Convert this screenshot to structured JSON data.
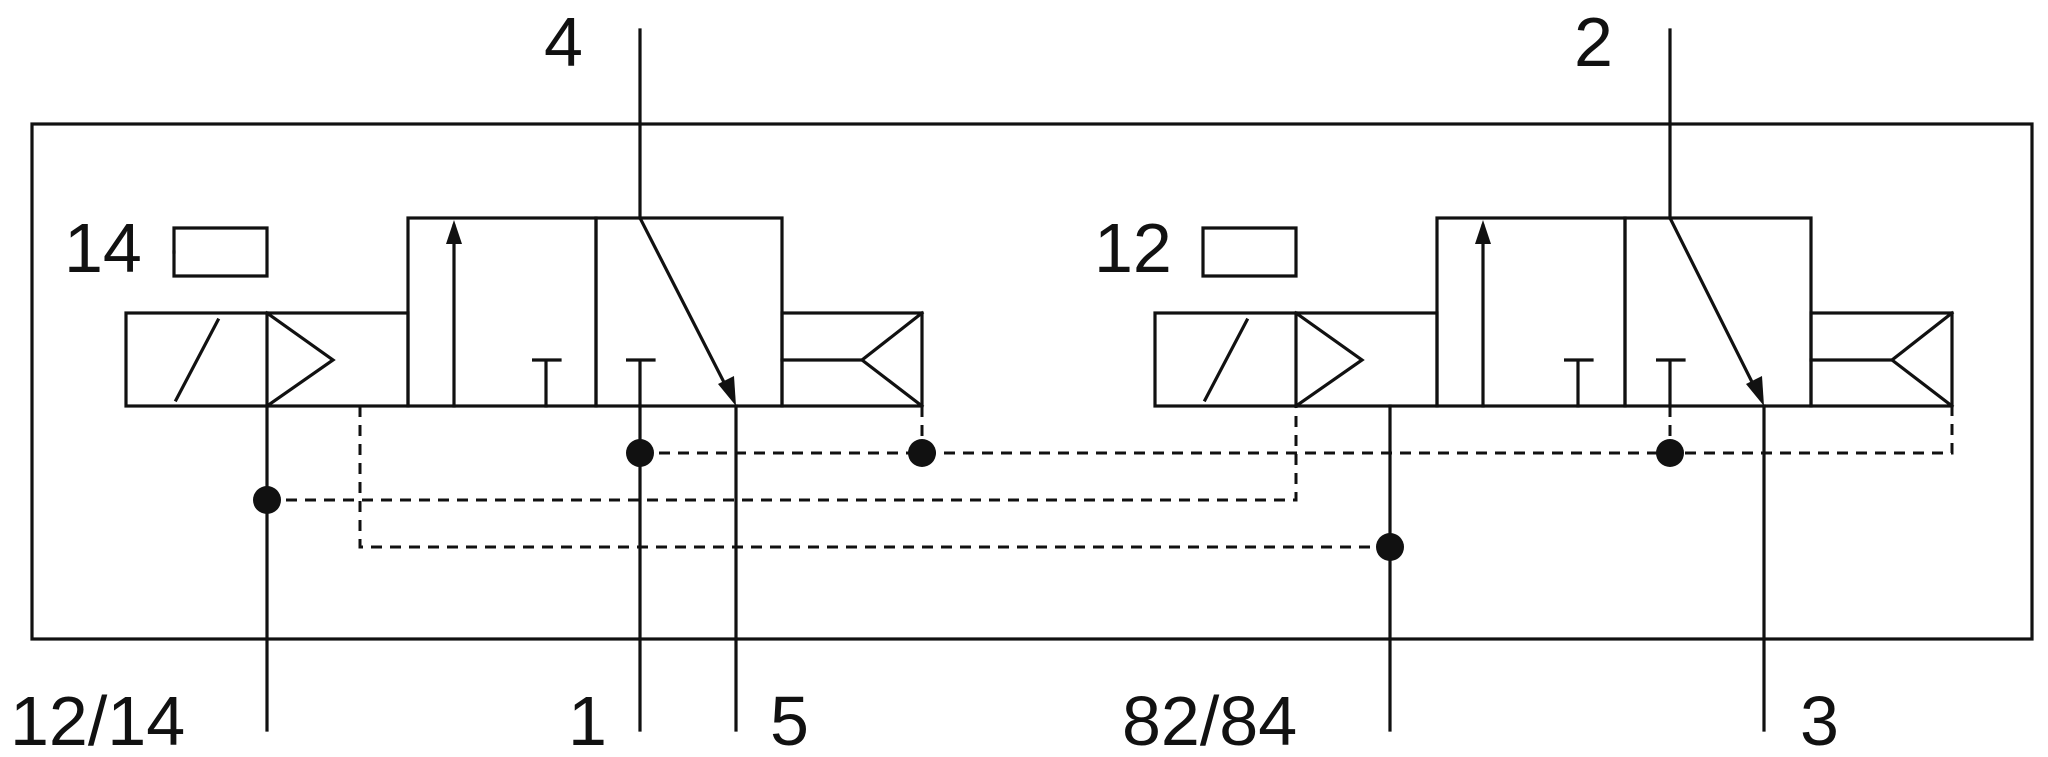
{
  "diagram": {
    "ports": {
      "top_left": "4",
      "top_right": "2",
      "bottom_pilot": "12/14",
      "bottom_supply": "1",
      "bottom_exhaust_left": "5",
      "bottom_pilot_exhaust": "82/84",
      "bottom_exhaust_right": "3"
    },
    "manual_override": {
      "left": "14",
      "right": "12"
    }
  },
  "colors": {
    "line": "#111111",
    "background": "#ffffff"
  }
}
